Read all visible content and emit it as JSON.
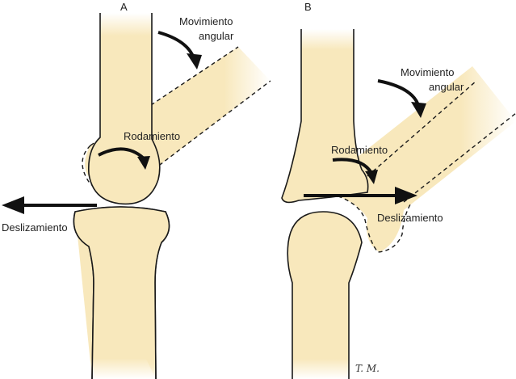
{
  "panels": [
    {
      "letter": "A",
      "labels": {
        "angular_line1": "Movimiento",
        "angular_line2": "angular",
        "rolling": "Rodamiento",
        "gliding": "Deslizamiento"
      }
    },
    {
      "letter": "B",
      "labels": {
        "angular_line1": "Movimiento",
        "angular_line2": "angular",
        "rolling": "Rodamiento",
        "gliding": "Deslizamiento"
      }
    }
  ],
  "signature": "T. M.",
  "colors": {
    "bone_fill": "#f8e8bc",
    "outline": "#1a1a1a",
    "arrow": "#111111",
    "background": "#ffffff"
  }
}
